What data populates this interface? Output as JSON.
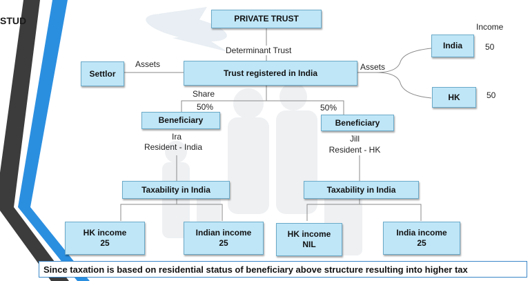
{
  "slide": {
    "corner_tag": "STUD",
    "top_box": "PRIVATE TRUST",
    "determinant_label": "Determinant Trust",
    "settlor": "Settlor",
    "assets_left": "Assets",
    "trust_box": "Trust registered in India",
    "assets_right": "Assets",
    "income_header": "Income",
    "india_box": "India",
    "india_income": "50",
    "hk_box": "HK",
    "hk_income": "50",
    "share_label": "Share",
    "share_left": "50%",
    "share_right": "50%",
    "beneficiary_left": "Beneficiary",
    "beneficiary_left_name": "Ira",
    "beneficiary_left_status": "Resident - India",
    "beneficiary_right": "Beneficiary",
    "beneficiary_right_name": "Jill",
    "beneficiary_right_status": "Resident - HK",
    "tax_left": "Taxability in India",
    "tax_right": "Taxability in India",
    "result1_title": "HK income",
    "result1_value": "25",
    "result2_title": "Indian income",
    "result2_value": "25",
    "result3_title": "HK income",
    "result3_value": "NIL",
    "result4_title": "India income",
    "result4_value": "25",
    "footer": "Since taxation is based on residential status of beneficiary above structure resulting into higher tax"
  },
  "colors": {
    "box_fill": "#bfe6f7",
    "box_border": "#6aa9c8",
    "stripe_blue": "#2b8fe0",
    "stripe_dark": "#3c3c3c",
    "line": "#8a8a8a"
  }
}
